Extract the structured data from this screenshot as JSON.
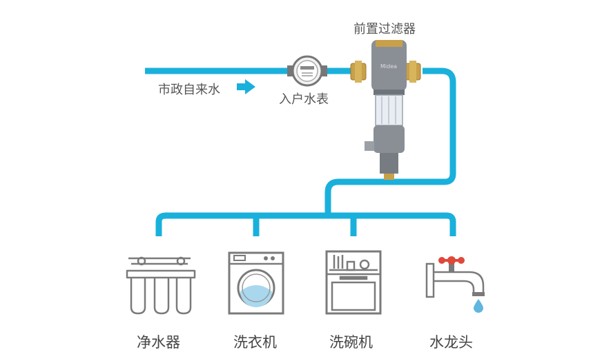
{
  "colors": {
    "pipe": "#1ab0dc",
    "line_art": "#7a7a7a",
    "tap_red": "#e0483a",
    "water_drop": "#5fb6de",
    "filter_body": "#8a8f96",
    "brass": "#c9a04a"
  },
  "labels": {
    "prefilter": "前置过滤器",
    "municipal_water": "市政自来水",
    "water_meter": "入户水表",
    "brand": "Midea"
  },
  "appliances": [
    {
      "label": "净水器",
      "icon": "water-purifier-icon"
    },
    {
      "label": "洗衣机",
      "icon": "washing-machine-icon"
    },
    {
      "label": "洗碗机",
      "icon": "dishwasher-icon"
    },
    {
      "label": "水龙头",
      "icon": "faucet-icon"
    }
  ]
}
